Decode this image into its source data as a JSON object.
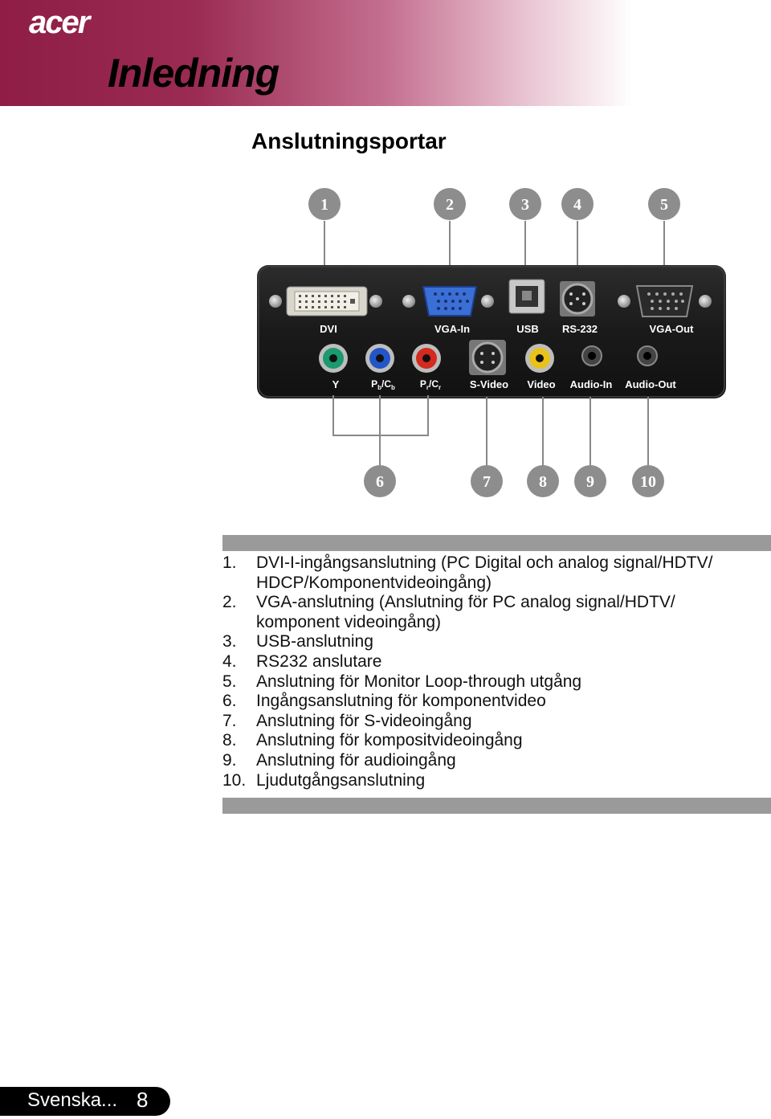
{
  "header": {
    "logo": "acer",
    "chapter_title": "Inledning",
    "brand_color": "#8f1d45"
  },
  "section_title": "Anslutningsportar",
  "diagram": {
    "top_callouts": [
      "1",
      "2",
      "3",
      "4",
      "5"
    ],
    "bottom_callouts": [
      "6",
      "7",
      "8",
      "9",
      "10"
    ],
    "panel_labels": {
      "dvi": "DVI",
      "vga_in": "VGA-In",
      "usb": "USB",
      "rs232": "RS-232",
      "vga_out": "VGA-Out",
      "y": "Y",
      "pb_main": "P",
      "pb_sub": "b",
      "pb_sep": "/C",
      "pb_sub2": "b",
      "pr_main": "P",
      "pr_sub": "r",
      "pr_sep": "/C",
      "pr_sub2": "r",
      "svideo": "S-Video",
      "video": "Video",
      "audio_in": "Audio-In",
      "audio_out": "Audio-Out"
    },
    "jack_colors": {
      "y": "#1a9a6e",
      "pb": "#2455c8",
      "pr": "#d42a1f",
      "video": "#e8c21a"
    }
  },
  "items": [
    {
      "num": "1.",
      "text": "DVI-I-ingångsanslutning (PC Digital och analog signal/HDTV/"
    },
    {
      "num": "",
      "text": "HDCP/Komponentvideoingång)"
    },
    {
      "num": "2.",
      "text": "VGA-anslutning (Anslutning för PC analog signal/HDTV/"
    },
    {
      "num": "",
      "text": "komponent videoingång)"
    },
    {
      "num": "3.",
      "text": "USB-anslutning"
    },
    {
      "num": "4.",
      "text": "RS232 anslutare"
    },
    {
      "num": "5.",
      "text": "Anslutning för Monitor Loop-through utgång"
    },
    {
      "num": "6.",
      "text": "Ingångsanslutning för komponentvideo"
    },
    {
      "num": "7.",
      "text": "Anslutning för S-videoingång"
    },
    {
      "num": "8.",
      "text": "Anslutning för kompositvideoingång"
    },
    {
      "num": "9.",
      "text": "Anslutning för audioingång"
    },
    {
      "num": "10.",
      "text": "Ljudutgångsanslutning"
    }
  ],
  "footer": {
    "language": "Svenska...",
    "page_number": "8"
  }
}
